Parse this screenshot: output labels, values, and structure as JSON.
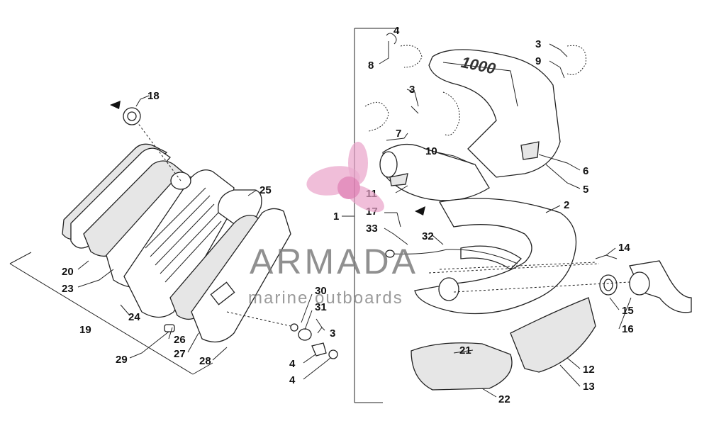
{
  "watermark": {
    "brand": "ARMADA",
    "tagline": "marine outboards",
    "logo_color": "#e9a0c8",
    "text_color": "#7d7d7d"
  },
  "muffler_label": "1000",
  "callouts": [
    "1",
    "2",
    "3",
    "3",
    "3",
    "4",
    "4",
    "4",
    "5",
    "6",
    "7",
    "8",
    "9",
    "10",
    "11",
    "12",
    "13",
    "14",
    "15",
    "16",
    "17",
    "18",
    "19",
    "20",
    "21",
    "22",
    "23",
    "24",
    "25",
    "26",
    "27",
    "28",
    "29",
    "30",
    "31",
    "32",
    "33"
  ]
}
